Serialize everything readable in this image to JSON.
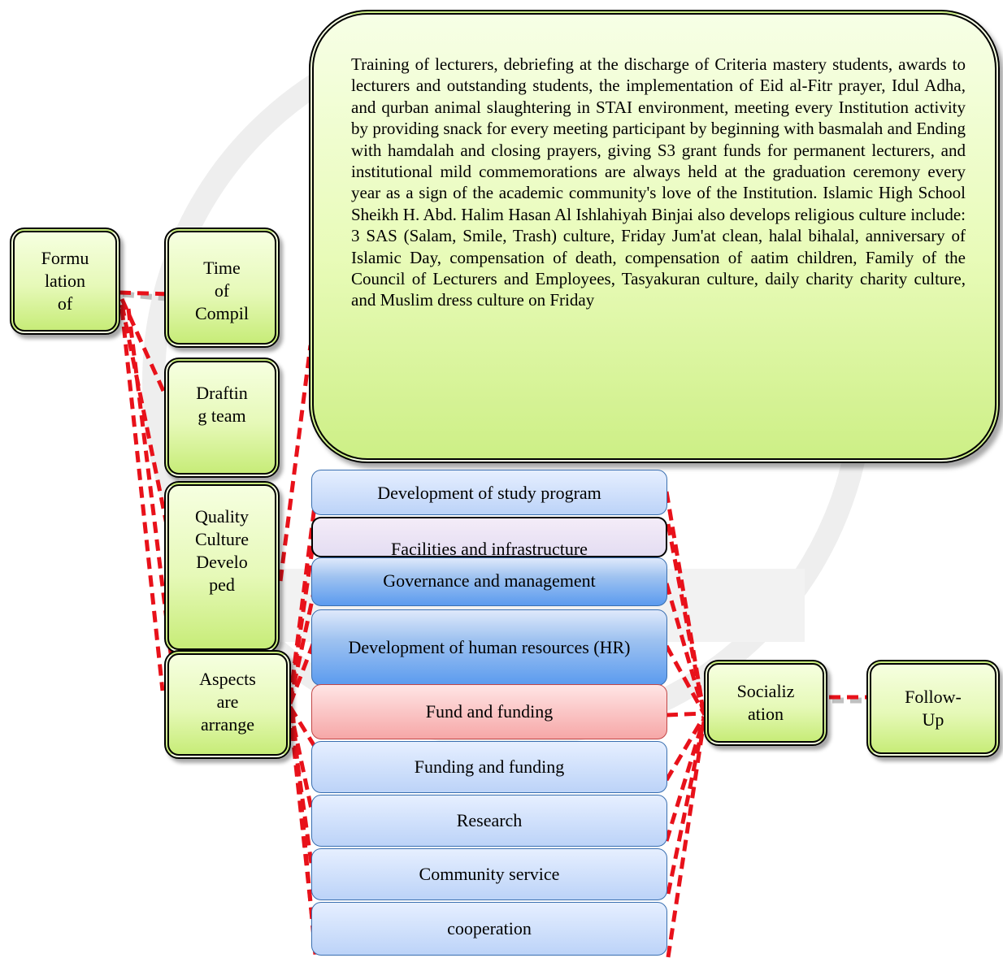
{
  "left_column": {
    "formulation": "Formu\nlation\nof",
    "time": "Time\nof\nCompil",
    "drafting": "Draftin\ng team",
    "quality": "Quality\nCulture\nDevelo\nped",
    "aspects": "Aspects\nare\narrange"
  },
  "description": "Training of lecturers, debriefing at the discharge of Criteria mastery students, awards to lecturers and outstanding students, the implementation of Eid al-Fitr prayer, Idul Adha, and qurban animal slaughtering in STAI environment, meeting every Institution activity by providing snack for every meeting participant by beginning with basmalah and Ending with hamdalah and closing prayers, giving S3 grant funds for permanent lecturers, and institutional mild commemorations are always held at the graduation ceremony every year as a sign of the academic community's love of the Institution. Islamic High School Sheikh H. Abd. Halim Hasan Al Ishlahiyah Binjai also develops religious culture include: 3 SAS (Salam, Smile, Trash) culture, Friday Jum'at clean, halal bihalal, anniversary of Islamic Day, compensation of death, compensation of aatim children, Family of the Council of Lecturers and Employees, Tasyakuran culture, daily charity charity culture, and Muslim dress culture on Friday",
  "aspects": [
    "Development of study program",
    "Facilities and infrastructure",
    "Governance and management",
    "Development of human resources (HR)",
    "Fund and funding",
    "Funding and funding",
    "Research",
    "Community service",
    "cooperation"
  ],
  "right_column": {
    "socialization": "Socializ\nation",
    "follow_up": "Follow-\nUp"
  },
  "colors": {
    "connector": "#e8111a",
    "node_fill": "#e6f9b8",
    "aspect_fill": "#bcd3f8",
    "fund_fill": "#f6a7a7"
  }
}
